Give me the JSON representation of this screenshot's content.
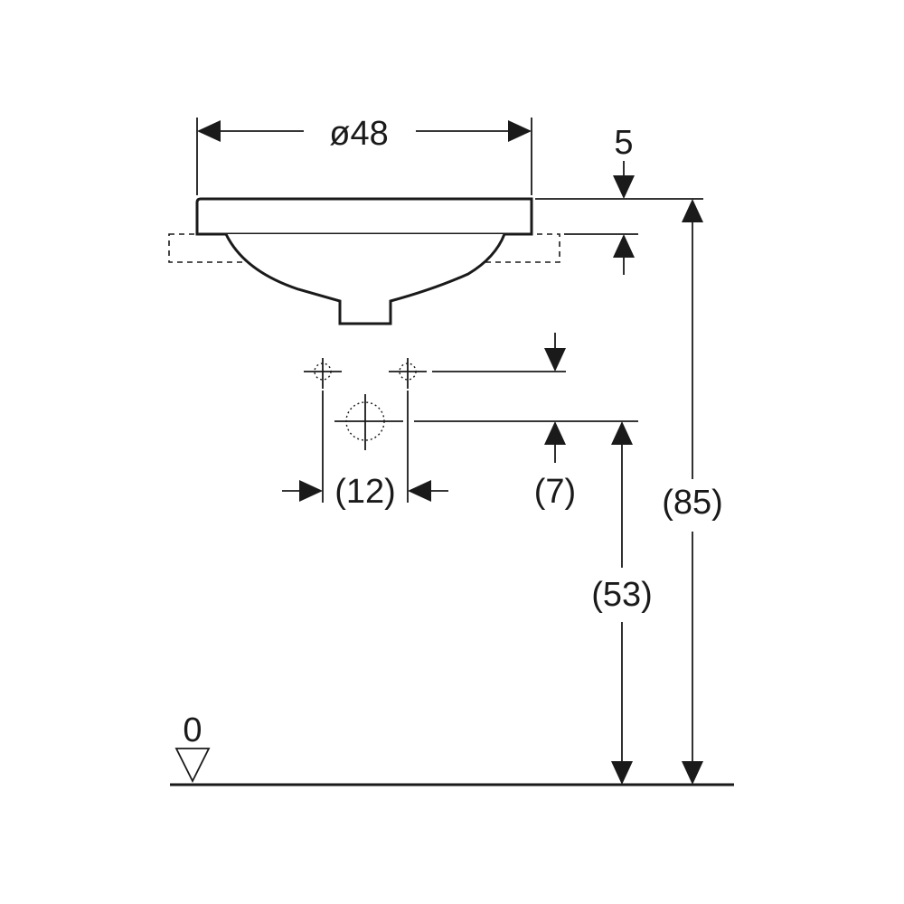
{
  "dimensions": {
    "diameter": "ø48",
    "rim_thickness": "5",
    "tap_spacing": "(12)",
    "tap_offset": "(7)",
    "drain_height": "(53)",
    "total_height": "(85)",
    "floor_level": "0"
  },
  "colors": {
    "stroke": "#1a1a1a",
    "background": "#ffffff"
  }
}
